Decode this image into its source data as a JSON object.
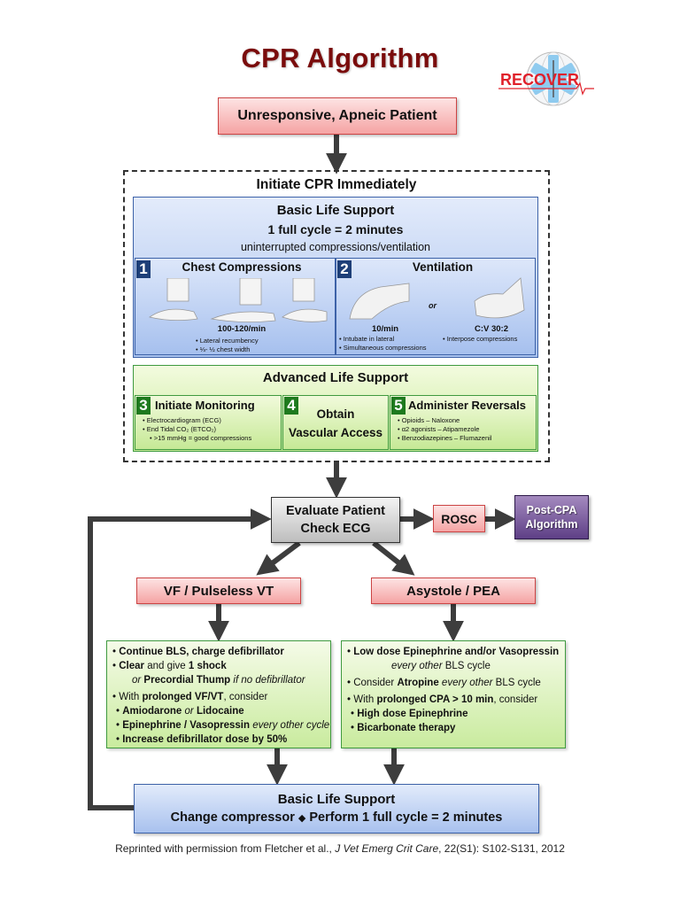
{
  "title": "CPR Algorithm",
  "logo": {
    "text": "RECOVER",
    "icon": "star-of-life-globe-icon"
  },
  "colors": {
    "title": "#7a0c0c",
    "pink_box": "#f5a3a3",
    "blue_box": "#a9c2ee",
    "green_box": "#c8eb9a",
    "gray_box": "#bdbdbd",
    "purple_box": "#5e3f86",
    "arrow": "#3d3d3d"
  },
  "start": "Unresponsive, Apneic Patient",
  "initiate": "Initiate CPR Immediately",
  "bls": {
    "title": "Basic Life Support",
    "cycle": "1 full cycle = 2 minutes",
    "subtitle": "uninterrupted compressions/ventilation",
    "chest": {
      "number": "1",
      "title": "Chest Compressions",
      "rate": "100-120/min",
      "bullets": [
        "Lateral recumbency",
        "⅓- ½ chest width"
      ]
    },
    "ventilation": {
      "number": "2",
      "title": "Ventilation",
      "or": "or",
      "left_rate": "10/min",
      "left_bullets": [
        "Intubate in lateral",
        "Simultaneous compressions"
      ],
      "right_rate": "C:V 30:2",
      "right_bullets": [
        "Interpose compressions"
      ]
    }
  },
  "als": {
    "title": "Advanced Life Support",
    "monitoring": {
      "number": "3",
      "title": "Initiate Monitoring",
      "bullets": [
        "Electrocardiogram (ECG)",
        "End Tidal CO₂ (ETCO₂)"
      ],
      "sub_bullet": ">15 mmHg = good compressions"
    },
    "vascular": {
      "number": "4",
      "line1": "Obtain",
      "line2": "Vascular Access"
    },
    "reversals": {
      "number": "5",
      "title": "Administer Reversals",
      "bullets": [
        "Opioids – Naloxone",
        "α2 agonists – Atipamezole",
        "Benzodiazepines – Flumazenil"
      ]
    }
  },
  "evaluate": {
    "line1": "Evaluate Patient",
    "line2": "Check ECG"
  },
  "rosc": "ROSC",
  "post_cpa": {
    "line1": "Post-CPA",
    "line2": "Algorithm"
  },
  "vf": {
    "label": "VF / Pulseless VT",
    "t1": "Continue BLS, charge defibrillator",
    "t2_bold1": "Clear",
    "t2_mid": " and give ",
    "t2_bold2": "1 shock",
    "t3_it1": "or ",
    "t3_bold": "Precordial Thump",
    "t3_it2": " if no defibrillator",
    "t4_pre": "With ",
    "t4_bold": "prolonged VF/VT",
    "t4_post": ", consider",
    "t5_bold1": "Amiodarone",
    "t5_it": " or ",
    "t5_bold2": "Lidocaine",
    "t6_bold": "Epinephrine / Vasopressin",
    "t6_it": " every other cycle",
    "t7_bold": "Increase defibrillator dose by 50%"
  },
  "asys": {
    "label": "Asystole / PEA",
    "t1_bold": "Low dose Epinephrine and/or Vasopressin",
    "t2_it": "every other",
    "t2_post": " BLS cycle",
    "t3_pre": "Consider ",
    "t3_bold": "Atropine",
    "t3_it": " every other",
    "t3_post": " BLS cycle",
    "t4_pre": "With ",
    "t4_bold": "prolonged CPA > 10 min",
    "t4_post": ", consider",
    "t5_bold": "High dose Epinephrine",
    "t6_bold": "Bicarbonate therapy"
  },
  "bls2": {
    "title": "Basic Life Support",
    "sub_pre": "Change compressor",
    "diamond": "◆",
    "sub_post": "Perform 1 full cycle = 2 minutes"
  },
  "citation": {
    "pre": "Reprinted with permission from Fletcher et al., ",
    "journal": "J Vet Emerg Crit Care",
    "post": ", 22(S1): S102-S131, 2012"
  }
}
